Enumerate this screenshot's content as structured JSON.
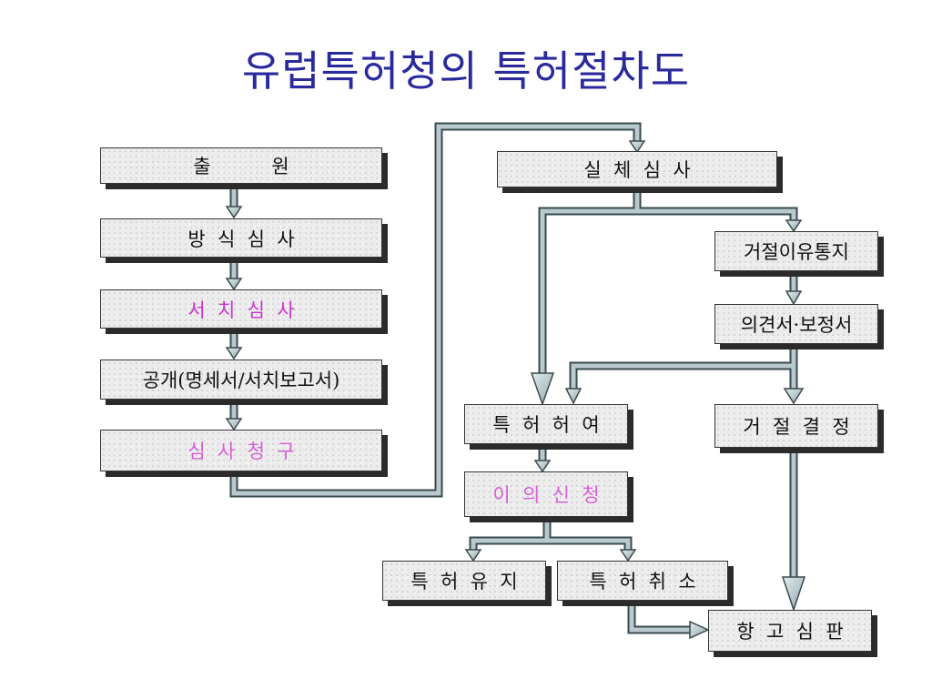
{
  "title": "유럽특허청의 특허절차도",
  "boxes": {
    "filing": "출          원",
    "formal_exam": "방  식  심  사",
    "search": "서  치  심  사",
    "publication": "공개(명세서/서치보고서)",
    "exam_request": "심  사  청  구",
    "substantive_exam": "실  체  심  사",
    "rejection_notice": "거절이유통지",
    "opinion": "의견서·보정서",
    "grant": "특  허  허  여",
    "refusal": "거  절  결  정",
    "opposition": "이  의  신  청",
    "maintain": "특  허  유  지",
    "revoke": "특  허  취  소",
    "appeal": "항  고  심  판"
  },
  "colors": {
    "title": "#2a2a9c",
    "highlight": "#cc33cc",
    "connector_fill": "#b7c8cc",
    "connector_edge": "#3a4a4e"
  }
}
